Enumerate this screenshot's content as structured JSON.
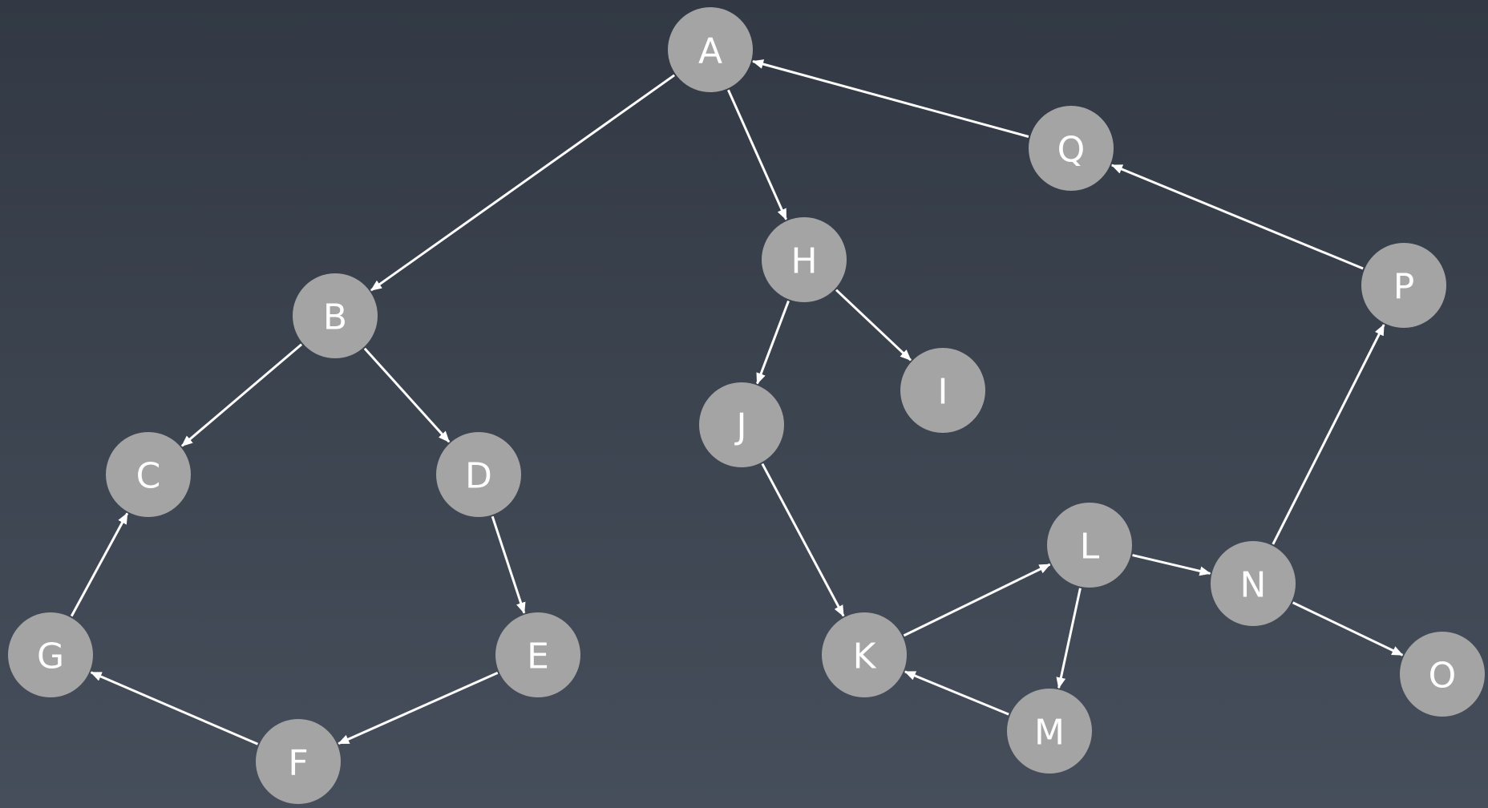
{
  "graph": {
    "directed": true,
    "node_color": "#a4a4a4",
    "label_color": "#ffffff",
    "edge_color": "#ffffff",
    "nodes": [
      {
        "id": "A",
        "label": "A"
      },
      {
        "id": "B",
        "label": "B"
      },
      {
        "id": "C",
        "label": "C"
      },
      {
        "id": "D",
        "label": "D"
      },
      {
        "id": "E",
        "label": "E"
      },
      {
        "id": "F",
        "label": "F"
      },
      {
        "id": "G",
        "label": "G"
      },
      {
        "id": "H",
        "label": "H"
      },
      {
        "id": "I",
        "label": "I"
      },
      {
        "id": "J",
        "label": "J"
      },
      {
        "id": "K",
        "label": "K"
      },
      {
        "id": "L",
        "label": "L"
      },
      {
        "id": "M",
        "label": "M"
      },
      {
        "id": "N",
        "label": "N"
      },
      {
        "id": "O",
        "label": "O"
      },
      {
        "id": "P",
        "label": "P"
      },
      {
        "id": "Q",
        "label": "Q"
      }
    ],
    "edges": [
      {
        "from": "A",
        "to": "B"
      },
      {
        "from": "A",
        "to": "H"
      },
      {
        "from": "Q",
        "to": "A"
      },
      {
        "from": "P",
        "to": "Q"
      },
      {
        "from": "B",
        "to": "C"
      },
      {
        "from": "B",
        "to": "D"
      },
      {
        "from": "D",
        "to": "E"
      },
      {
        "from": "E",
        "to": "F"
      },
      {
        "from": "F",
        "to": "G"
      },
      {
        "from": "G",
        "to": "C"
      },
      {
        "from": "H",
        "to": "J"
      },
      {
        "from": "H",
        "to": "I"
      },
      {
        "from": "J",
        "to": "K"
      },
      {
        "from": "K",
        "to": "L"
      },
      {
        "from": "L",
        "to": "N"
      },
      {
        "from": "L",
        "to": "M"
      },
      {
        "from": "M",
        "to": "K"
      },
      {
        "from": "N",
        "to": "O"
      },
      {
        "from": "N",
        "to": "P"
      }
    ]
  }
}
